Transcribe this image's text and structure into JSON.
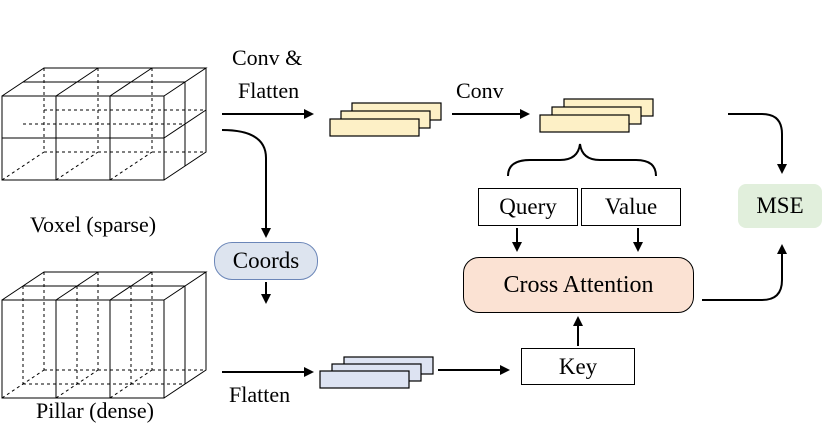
{
  "labels": {
    "conv_flatten_line1": "Conv &",
    "conv_flatten_line2": "Flatten",
    "conv": "Conv",
    "flatten": "Flatten",
    "voxel": "Voxel (sparse)",
    "pillar": "Pillar (dense)"
  },
  "nodes": {
    "coords": "Coords",
    "query": "Query",
    "value": "Value",
    "cross_attention": "Cross Attention",
    "key": "Key",
    "mse": "MSE"
  },
  "colors": {
    "feature_yellow": "#fdf0c6",
    "feature_blue": "#dde3f2",
    "coords_fill": "#dde4ef",
    "coords_border": "#6b86b8",
    "cross_attention_fill": "#fbe2d3",
    "mse_fill": "#e1efdc"
  }
}
